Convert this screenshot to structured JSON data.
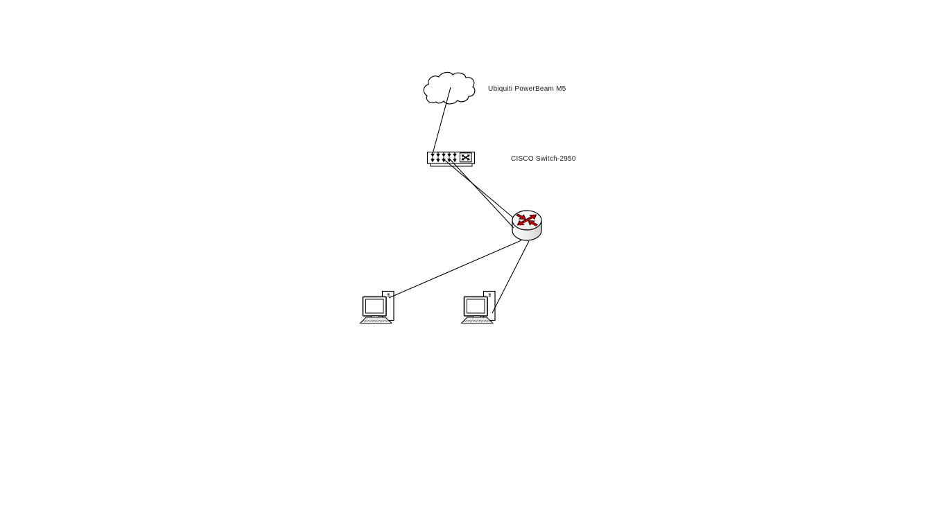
{
  "diagram": {
    "type": "network-topology",
    "labels": {
      "cloud": "Ubiquiti PowerBeam M5",
      "switch": "CISCO Switch-2950"
    },
    "nodes": [
      {
        "id": "internet-cloud",
        "icon": "cloud-icon",
        "label": "Ubiquiti PowerBeam M5"
      },
      {
        "id": "switch",
        "icon": "switch-icon",
        "label": "CISCO Switch-2950"
      },
      {
        "id": "router",
        "icon": "router-icon",
        "label": ""
      },
      {
        "id": "workstation-1",
        "icon": "workstation-icon",
        "label": ""
      },
      {
        "id": "workstation-2",
        "icon": "workstation-icon",
        "label": ""
      }
    ],
    "edges": [
      {
        "from": "internet-cloud",
        "to": "switch",
        "lines": 1
      },
      {
        "from": "switch",
        "to": "router",
        "lines": 2
      },
      {
        "from": "router",
        "to": "workstation-1",
        "lines": 1
      },
      {
        "from": "router",
        "to": "workstation-2",
        "lines": 1
      }
    ],
    "colors": {
      "background": "#ffffff",
      "stroke": "#000000",
      "fill": "#ffffff",
      "router_arrow": "#c00000",
      "router_body_light": "#f7f7f7",
      "router_body_dark": "#d2d2d2"
    }
  }
}
